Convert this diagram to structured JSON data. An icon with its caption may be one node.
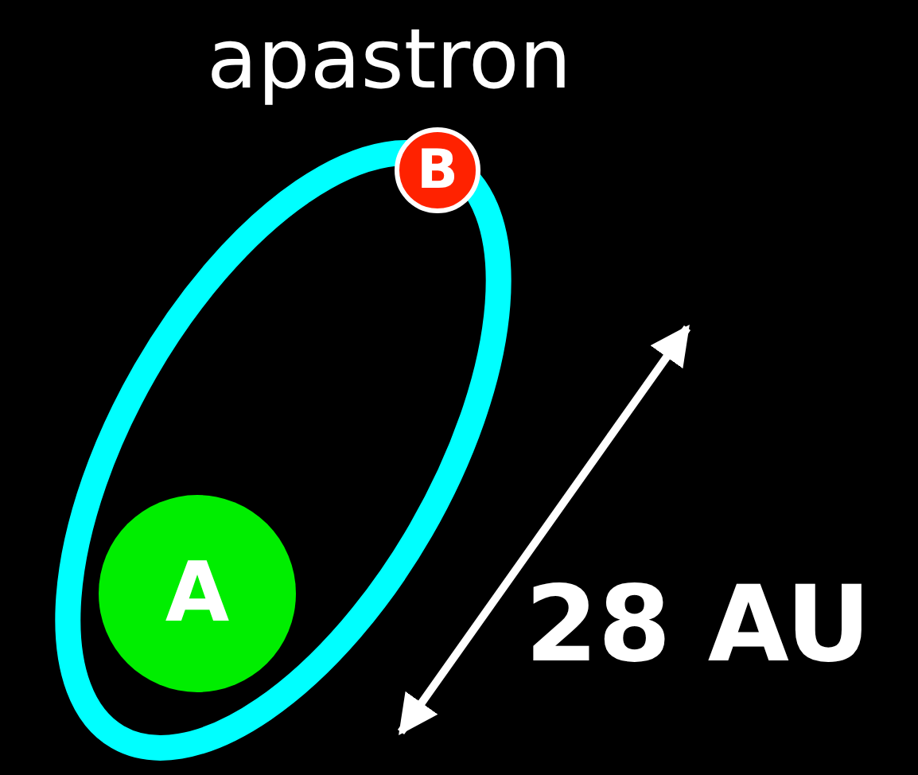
{
  "diagram": {
    "nodes": [
      {
        "text": [
          "B"
        ]
      },
      {
        "text": [
          "A"
        ]
      }
    ],
    "edges": [],
    "labels": [
      "apastron",
      "28 AU"
    ]
  }
}
